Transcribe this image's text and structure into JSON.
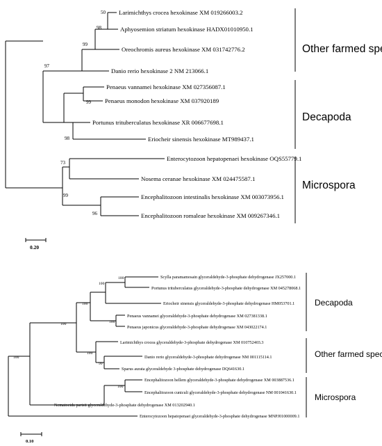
{
  "colors": {
    "highlight": "#e8201a",
    "ink": "#000000"
  },
  "tree1": {
    "taxa": [
      "Larimichthys crocea hexokinase XM 019266003.2",
      "Aphyosemion striatum hexokinase HADX01010950.1",
      "Oreochromis aureus hexokinase XM 031742776.2",
      "Danio rerio hexokinase 2 NM 213066.1",
      "Penaeus vannamei hexokinase XM 027356087.1",
      "Penaeus monodon hexokinase XM 037920189",
      "Portunus trituberculatus hexokinase XR 006677698.1",
      "Eriocheir sinensis hexokinase MT989437.1",
      "Enterocytozoon hepatopenaei hexokinase OQS55779.1",
      "Nosema ceranae hexokinase XM 024475587.1",
      "Encephalitozoon intestinalis hexokinase XM 003073956.1",
      "Encephalitozoon romaleae hexokinase XM 009267346.1"
    ],
    "highlighted_taxon_index": 8,
    "bootstrap": [
      "50",
      "98",
      "99",
      "97",
      "99",
      "98",
      "73",
      "99",
      "96"
    ],
    "groups": [
      "Other farmed species",
      "Decapoda",
      "Microspora"
    ],
    "scale": "0.20"
  },
  "tree2": {
    "taxa": [
      "Scylla paramamosain glyceraldehyde-3-phosphate dehydrogenase JX257000.1",
      "Portunus trituberculatus glyceraldehyde-3-phosphate dehydrogenase XM 045278068.1",
      "Eriocheir sinensis glyceraldehyde-3-phosphate dehydrogenase HM053701.1",
      "Penaeus vannamei glyceraldehyde-3-phosphate dehydrogenase XM 027381338.1",
      "Penaeus japonicus glyceraldehyde-3-phosphate dehydrogenase XM 043022174.1",
      "Larimichthys crocea glyceraldehyde-3-phosphate dehydrogenase XM 010752403.3",
      "Danio rerio glyceraldehyde-3-phosphate dehydrogenase NM 001115114.1",
      "Sparus aurata glyceraldehyde 3-phosphate dehydrogenase DQ641630.1",
      "Encephalitozoon hellem glyceraldehyde-3-phosphate dehydrogenase XM 003887536.1",
      "Encephalitozoon cuniculi glyceraldehyde-3-phosphate dehydrogenase NM 001041630.1",
      "Nematocida parisii glyceraldehyde-3-phosphate dehydrogenase XM 013202940.1",
      "Enterocytozoon hepatopenaei glyceraldehyde-3-phosphate dehydrogenase MNPJ01000009.1"
    ],
    "highlighted_taxon_index": 11,
    "bootstrap": [
      "100",
      "100",
      "100",
      "100",
      "100",
      "100",
      "99",
      "100",
      "100"
    ],
    "groups": [
      "Decapoda",
      "Other farmed species",
      "Microspora"
    ],
    "scale": "0.10"
  }
}
